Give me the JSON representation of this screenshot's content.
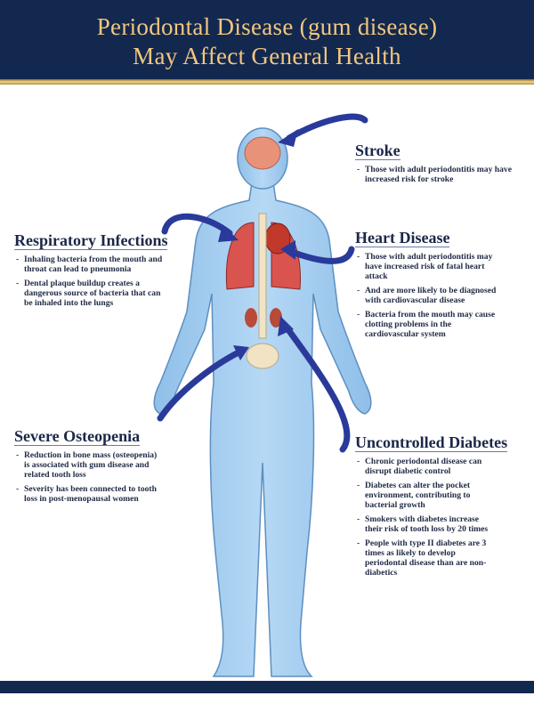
{
  "header": {
    "title_line1": "Periodontal Disease (gum disease)",
    "title_line2": "May Affect General Health"
  },
  "sections": {
    "stroke": {
      "title": "Stroke",
      "items": [
        "Those with adult periodontitis may have increased risk for stroke"
      ]
    },
    "respiratory": {
      "title": "Respiratory Infections",
      "items": [
        "Inhaling bacteria from the mouth and throat can lead to pneumonia",
        "Dental plaque buildup creates a dangerous source of bacteria that can be inhaled into the lungs"
      ]
    },
    "heart": {
      "title": "Heart Disease",
      "items": [
        "Those with adult periodontitis may have increased risk of fatal heart attack",
        "And are more likely to be diagnosed with cardiovascular disease",
        "Bacteria from the mouth may cause clotting problems in the cardiovascular system"
      ]
    },
    "osteopenia": {
      "title": "Severe Osteopenia",
      "items": [
        "Reduction in bone mass (osteopenia) is associated with gum disease and related tooth loss",
        "Severity has been connected to tooth loss in post-menopausal women"
      ]
    },
    "diabetes": {
      "title": "Uncontrolled Diabetes",
      "items": [
        "Chronic periodontal disease can disrupt diabetic control",
        "Diabetes can alter the pocket environment, contributing to bacterial growth",
        "Smokers with diabetes increase their risk of tooth loss by 20 times",
        "People with type II diabetes are 3 times as likely to develop periodontal disease than are non-diabetics"
      ]
    }
  },
  "colors": {
    "navy": "#13284f",
    "gold": "#f3c77e",
    "body": "#a9d0f2",
    "arrow": "#2a3a9a"
  }
}
